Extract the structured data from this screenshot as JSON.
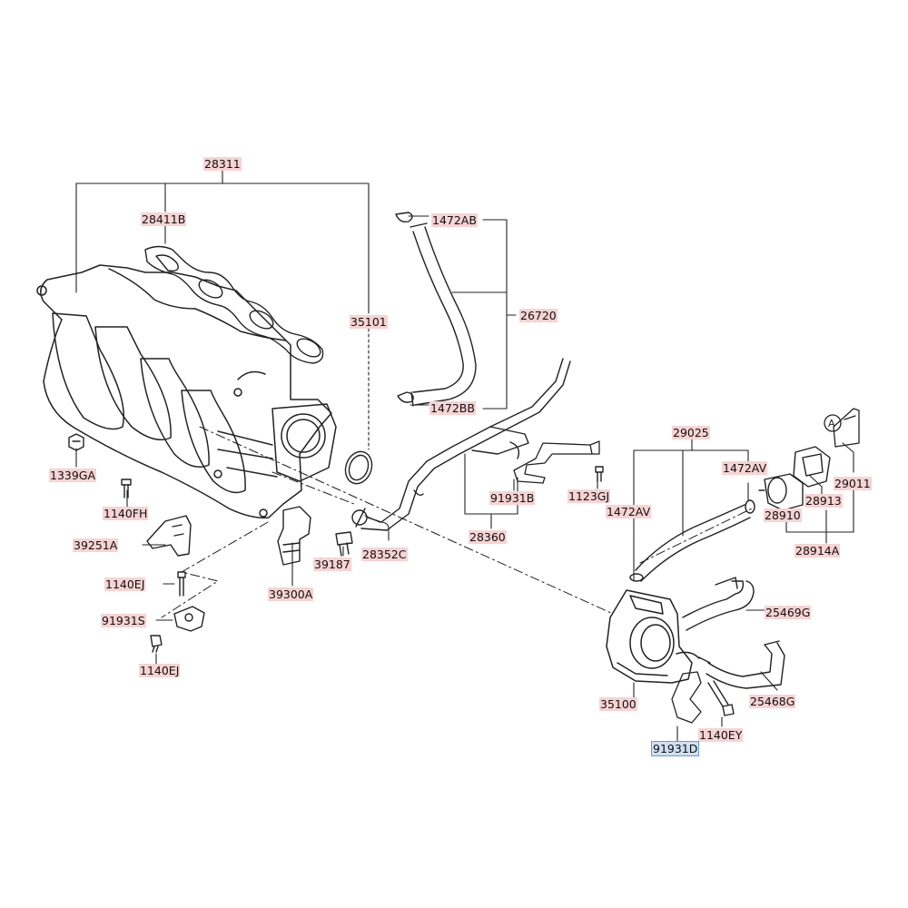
{
  "diagram": {
    "colors": {
      "label_bg": "#f7d3d3",
      "selected_bg": "#cfe0f3",
      "line": "#222222"
    },
    "callout": "A",
    "labels": [
      {
        "id": "28311",
        "text": "28311"
      },
      {
        "id": "28411B",
        "text": "28411B"
      },
      {
        "id": "35101",
        "text": "35101"
      },
      {
        "id": "1472AB",
        "text": "1472AB"
      },
      {
        "id": "26720",
        "text": "26720"
      },
      {
        "id": "1472BB",
        "text": "1472BB"
      },
      {
        "id": "1339GA",
        "text": "1339GA"
      },
      {
        "id": "1140FH",
        "text": "1140FH"
      },
      {
        "id": "39251A",
        "text": "39251A"
      },
      {
        "id": "1140EJ-a",
        "text": "1140EJ"
      },
      {
        "id": "91931S",
        "text": "91931S"
      },
      {
        "id": "1140EJ-b",
        "text": "1140EJ"
      },
      {
        "id": "39300A",
        "text": "39300A"
      },
      {
        "id": "39187",
        "text": "39187"
      },
      {
        "id": "28352C",
        "text": "28352C"
      },
      {
        "id": "28360",
        "text": "28360"
      },
      {
        "id": "91931B",
        "text": "91931B"
      },
      {
        "id": "1123GJ",
        "text": "1123GJ"
      },
      {
        "id": "29025",
        "text": "29025"
      },
      {
        "id": "1472AV-a",
        "text": "1472AV"
      },
      {
        "id": "1472AV-b",
        "text": "1472AV"
      },
      {
        "id": "29011",
        "text": "29011"
      },
      {
        "id": "28913",
        "text": "28913"
      },
      {
        "id": "28910",
        "text": "28910"
      },
      {
        "id": "28914A",
        "text": "28914A"
      },
      {
        "id": "25469G",
        "text": "25469G"
      },
      {
        "id": "25468G",
        "text": "25468G"
      },
      {
        "id": "35100",
        "text": "35100"
      },
      {
        "id": "1140EY",
        "text": "1140EY"
      },
      {
        "id": "91931D",
        "text": "91931D",
        "selected": true
      }
    ]
  }
}
